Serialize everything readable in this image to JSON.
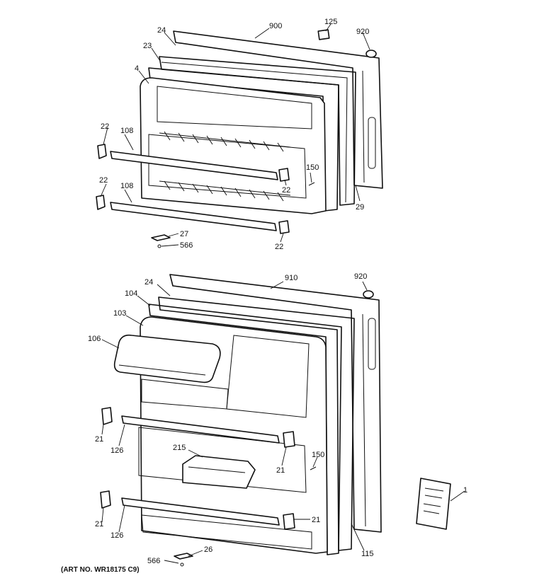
{
  "art_number": "(ART NO. WR18175 C9)",
  "upper_callouts": [
    {
      "id": "u-900",
      "text": "900"
    },
    {
      "id": "u-125",
      "text": "125"
    },
    {
      "id": "u-920",
      "text": "920"
    },
    {
      "id": "u-24",
      "text": "24"
    },
    {
      "id": "u-23",
      "text": "23"
    },
    {
      "id": "u-4",
      "text": "4"
    },
    {
      "id": "u-22a",
      "text": "22"
    },
    {
      "id": "u-108a",
      "text": "108"
    },
    {
      "id": "u-22b",
      "text": "22"
    },
    {
      "id": "u-108b",
      "text": "108"
    },
    {
      "id": "u-150",
      "text": "150"
    },
    {
      "id": "u-22c",
      "text": "22"
    },
    {
      "id": "u-29",
      "text": "29"
    },
    {
      "id": "u-27",
      "text": "27"
    },
    {
      "id": "u-566",
      "text": "566"
    },
    {
      "id": "u-22d",
      "text": "22"
    }
  ],
  "lower_callouts": [
    {
      "id": "l-910",
      "text": "910"
    },
    {
      "id": "l-920",
      "text": "920"
    },
    {
      "id": "l-24",
      "text": "24"
    },
    {
      "id": "l-104",
      "text": "104"
    },
    {
      "id": "l-103",
      "text": "103"
    },
    {
      "id": "l-106",
      "text": "106"
    },
    {
      "id": "l-21a",
      "text": "21"
    },
    {
      "id": "l-126a",
      "text": "126"
    },
    {
      "id": "l-215",
      "text": "215"
    },
    {
      "id": "l-150",
      "text": "150"
    },
    {
      "id": "l-21b",
      "text": "21"
    },
    {
      "id": "l-21c",
      "text": "21"
    },
    {
      "id": "l-126b",
      "text": "126"
    },
    {
      "id": "l-21d",
      "text": "21"
    },
    {
      "id": "l-115",
      "text": "115"
    },
    {
      "id": "l-26",
      "text": "26"
    },
    {
      "id": "l-566",
      "text": "566"
    },
    {
      "id": "l-1",
      "text": "1"
    }
  ]
}
